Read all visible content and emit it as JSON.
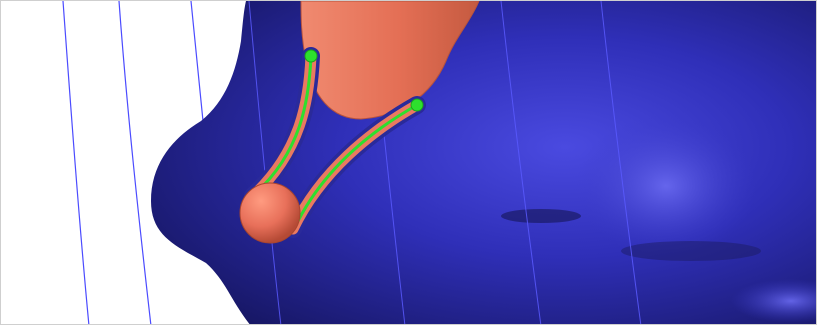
{
  "viewport": {
    "background": "#ffffff",
    "border_color": "#cfcfcf"
  },
  "colors": {
    "surface_dark": "#1a1a6e",
    "surface_mid": "#2f2fb8",
    "surface_light": "#4a4ae0",
    "tube": "#e9785f",
    "tube_dark": "#c95a40",
    "curve": "#2de02d",
    "contour_line": "#4b4bff"
  },
  "scene_objects": [
    "blue-molecular-surface",
    "salmon-channel-tube",
    "green-path-curve",
    "green-control-point",
    "salmon-sphere",
    "blue-contour-lines"
  ]
}
